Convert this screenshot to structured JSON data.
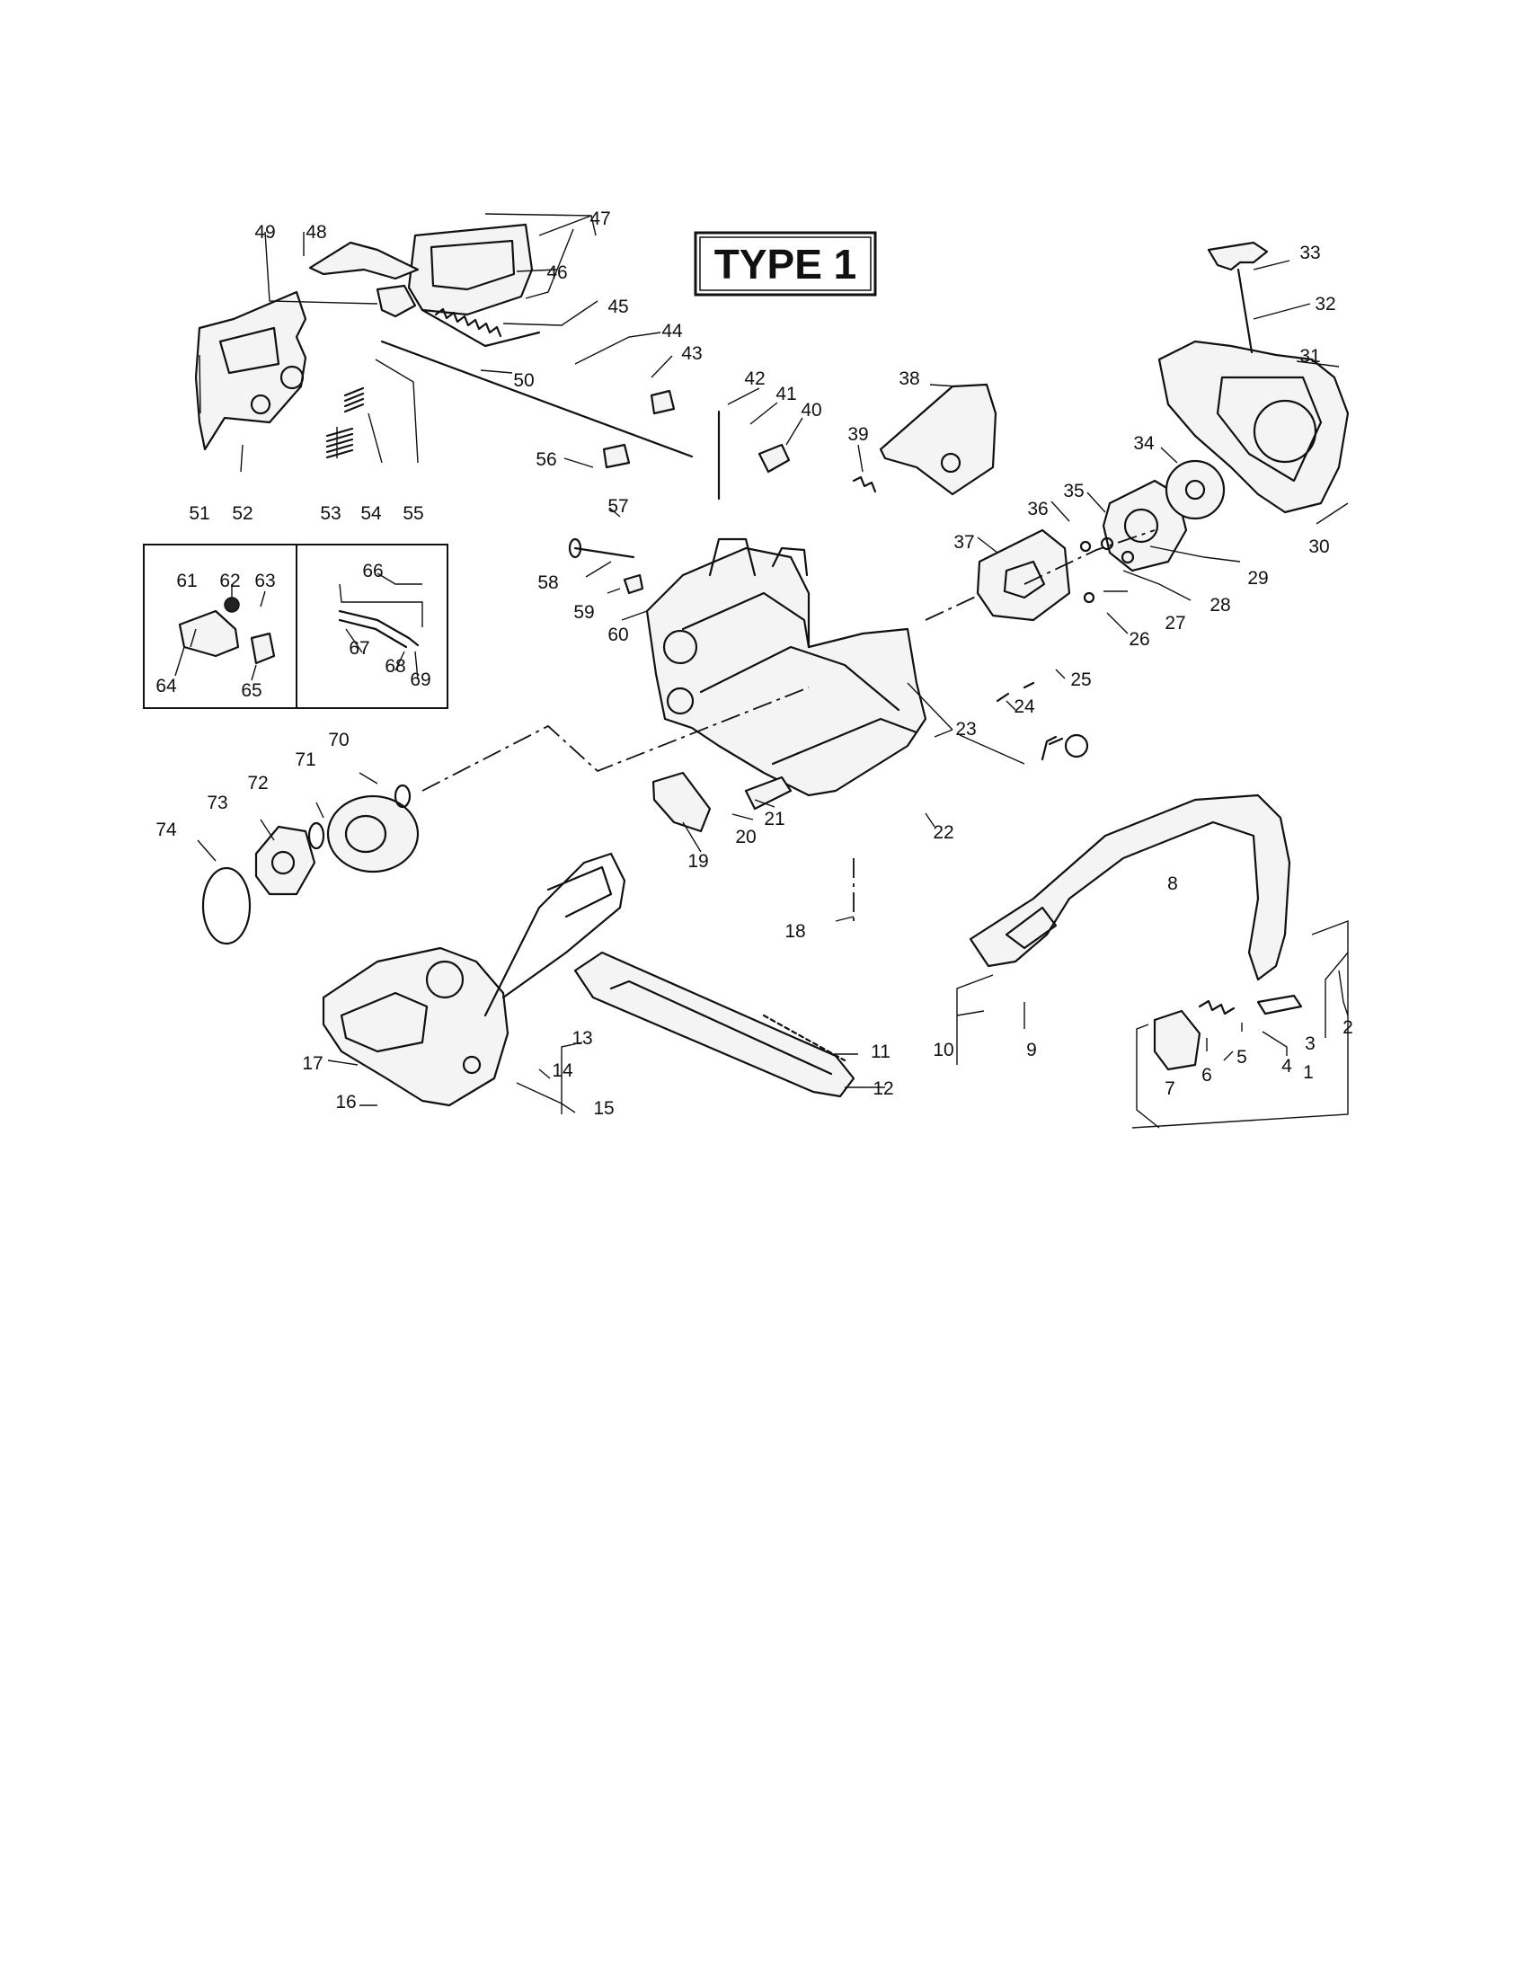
{
  "title": "TYPE 1",
  "callouts": [
    "1",
    "2",
    "3",
    "4",
    "5",
    "6",
    "7",
    "8",
    "9",
    "10",
    "11",
    "12",
    "13",
    "14",
    "15",
    "16",
    "17",
    "18",
    "19",
    "20",
    "21",
    "22",
    "23",
    "24",
    "25",
    "26",
    "27",
    "28",
    "29",
    "30",
    "31",
    "32",
    "33",
    "34",
    "35",
    "36",
    "37",
    "38",
    "39",
    "40",
    "41",
    "42",
    "43",
    "44",
    "45",
    "46",
    "47",
    "48",
    "49",
    "50",
    "51",
    "52",
    "53",
    "54",
    "55",
    "56",
    "57",
    "58",
    "59",
    "60",
    "61",
    "62",
    "63",
    "64",
    "65",
    "66",
    "67",
    "68",
    "69",
    "70",
    "71",
    "72",
    "73",
    "74"
  ]
}
